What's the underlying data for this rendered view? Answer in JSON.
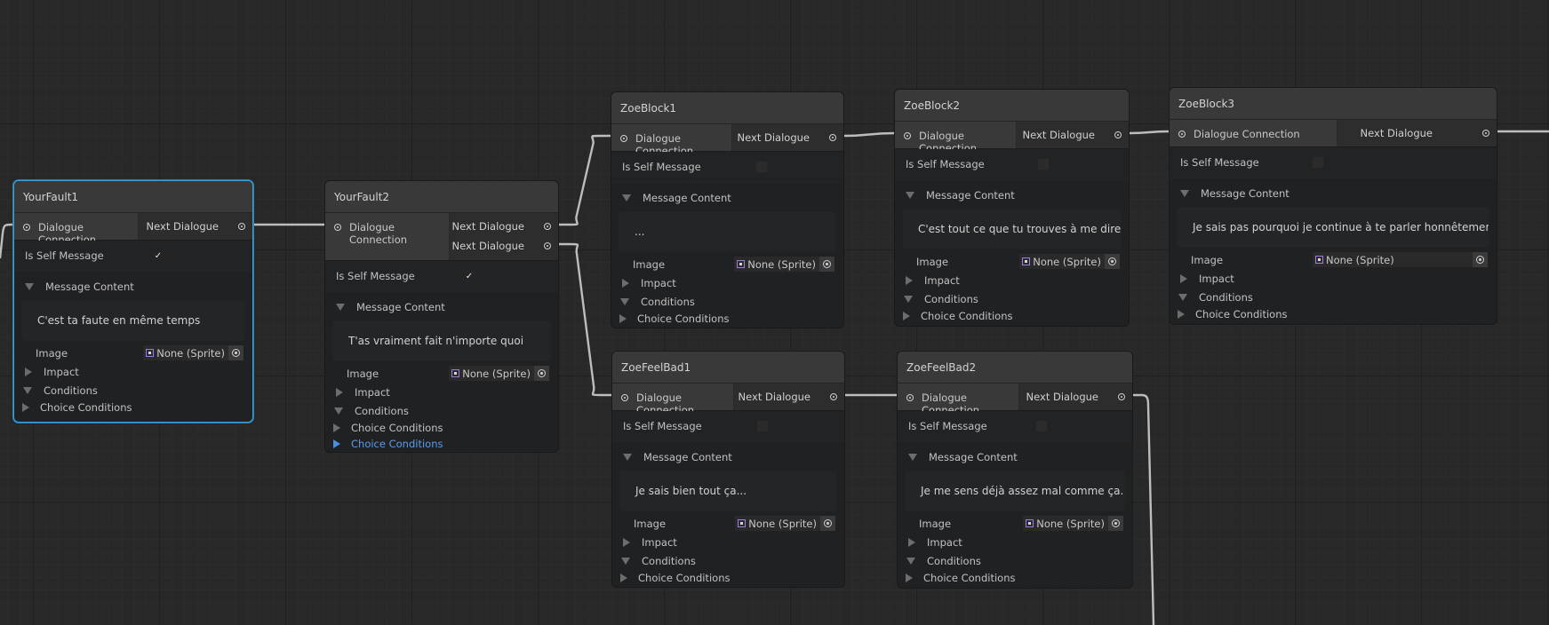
{
  "graph": {
    "accent_selected": "#3a9fd6",
    "nodes": [
      {
        "id": "yourfault1",
        "title": "YourFault1",
        "selected": true,
        "input_port": "Dialogue Connection",
        "output_ports": [
          "Next Dialogue"
        ],
        "is_self_label": "Is Self Message",
        "is_self_checked": true,
        "message_content_label": "Message Content",
        "message": "C'est ta faute en même temps",
        "image_label": "Image",
        "image_value": "None (Sprite)",
        "impact_label": "Impact",
        "conditions_label": "Conditions",
        "choice_conditions": [
          "Choice Conditions"
        ]
      },
      {
        "id": "yourfault2",
        "title": "YourFault2",
        "selected": false,
        "input_port": "Dialogue Connection",
        "output_ports": [
          "Next Dialogue",
          "Next Dialogue"
        ],
        "is_self_label": "Is Self Message",
        "is_self_checked": true,
        "message_content_label": "Message Content",
        "message": "T'as vraiment fait n'importe quoi",
        "image_label": "Image",
        "image_value": "None (Sprite)",
        "impact_label": "Impact",
        "conditions_label": "Conditions",
        "choice_conditions": [
          "Choice Conditions",
          "Choice Conditions"
        ]
      },
      {
        "id": "zoeblock1",
        "title": "ZoeBlock1",
        "selected": false,
        "input_port": "Dialogue Connection",
        "output_ports": [
          "Next Dialogue"
        ],
        "is_self_label": "Is Self Message",
        "is_self_checked": false,
        "message_content_label": "Message Content",
        "message": "...",
        "image_label": "Image",
        "image_value": "None (Sprite)",
        "impact_label": "Impact",
        "conditions_label": "Conditions",
        "choice_conditions": [
          "Choice Conditions"
        ]
      },
      {
        "id": "zoeblock2",
        "title": "ZoeBlock2",
        "selected": false,
        "input_port": "Dialogue Connection",
        "output_ports": [
          "Next Dialogue"
        ],
        "is_self_label": "Is Self Message",
        "is_self_checked": false,
        "message_content_label": "Message Content",
        "message": "C'est tout ce que tu trouves à me dire ?",
        "image_label": "Image",
        "image_value": "None (Sprite)",
        "impact_label": "Impact",
        "conditions_label": "Conditions",
        "choice_conditions": [
          "Choice Conditions"
        ]
      },
      {
        "id": "zoeblock3",
        "title": "ZoeBlock3",
        "selected": false,
        "input_port": "Dialogue Connection",
        "output_ports": [
          "Next Dialogue"
        ],
        "is_self_label": "Is Self Message",
        "is_self_checked": false,
        "message_content_label": "Message Content",
        "message": "Je sais pas pourquoi je continue à te parler honnêtement..",
        "image_label": "Image",
        "image_value": "None (Sprite)",
        "impact_label": "Impact",
        "conditions_label": "Conditions",
        "choice_conditions": [
          "Choice Conditions"
        ]
      },
      {
        "id": "zoefeelbad1",
        "title": "ZoeFeelBad1",
        "selected": false,
        "input_port": "Dialogue Connection",
        "output_ports": [
          "Next Dialogue"
        ],
        "is_self_label": "Is Self Message",
        "is_self_checked": false,
        "message_content_label": "Message Content",
        "message": "Je sais bien tout ça...",
        "image_label": "Image",
        "image_value": "None (Sprite)",
        "impact_label": "Impact",
        "conditions_label": "Conditions",
        "choice_conditions": [
          "Choice Conditions"
        ]
      },
      {
        "id": "zoefeelbad2",
        "title": "ZoeFeelBad2",
        "selected": false,
        "input_port": "Dialogue Connection",
        "output_ports": [
          "Next Dialogue"
        ],
        "is_self_label": "Is Self Message",
        "is_self_checked": false,
        "message_content_label": "Message Content",
        "message": "Je me sens déjà assez mal comme ça..",
        "image_label": "Image",
        "image_value": "None (Sprite)",
        "impact_label": "Impact",
        "conditions_label": "Conditions",
        "choice_conditions": [
          "Choice Conditions"
        ]
      }
    ],
    "connections": [
      {
        "from": "offscreen-left",
        "to": "yourfault1"
      },
      {
        "from": "yourfault1",
        "to": "yourfault2"
      },
      {
        "from": "yourfault2",
        "port": 0,
        "to": "zoeblock1"
      },
      {
        "from": "yourfault2",
        "port": 1,
        "to": "zoefeelbad1"
      },
      {
        "from": "zoeblock1",
        "to": "zoeblock2"
      },
      {
        "from": "zoeblock2",
        "to": "zoeblock3"
      },
      {
        "from": "zoeblock3",
        "to": "offscreen-right"
      },
      {
        "from": "zoefeelbad1",
        "to": "zoefeelbad2"
      },
      {
        "from": "zoefeelbad2",
        "to": "offscreen-bottom"
      }
    ]
  }
}
